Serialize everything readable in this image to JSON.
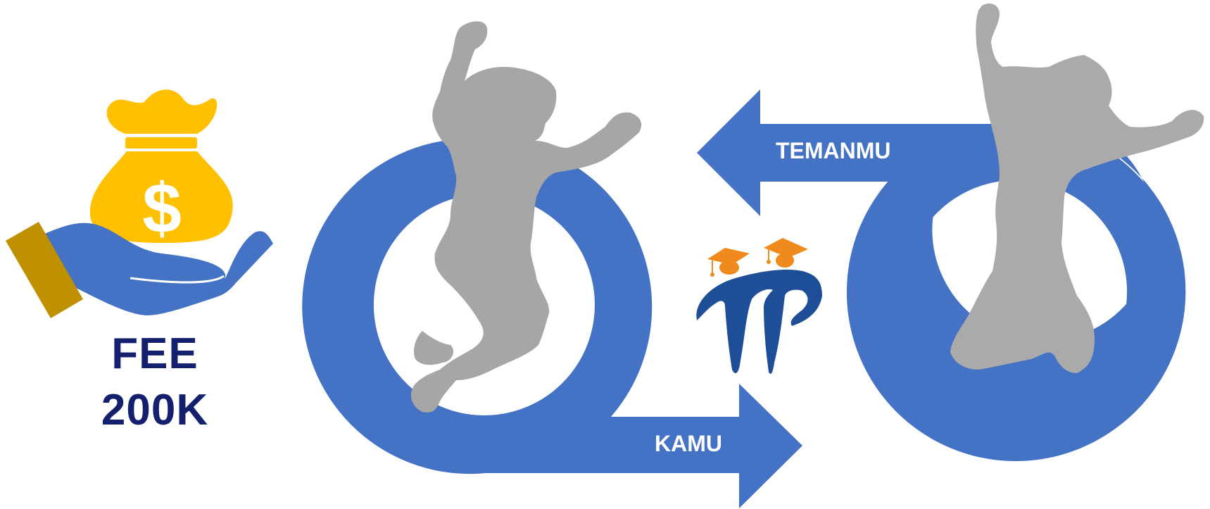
{
  "fee": {
    "line1": "FEE",
    "line2": "200K"
  },
  "arrows": {
    "top_label": "TEMANMU",
    "bottom_label": "KAMU"
  },
  "colors": {
    "arrow_blue": "#4472c4",
    "silhouette_gray": "#a6a6a6",
    "money_bag_yellow": "#ffc000",
    "cuff_gold": "#bf9000",
    "logo_blue": "#1f4e99",
    "cap_orange": "#f08a1c",
    "fee_text_navy": "#14206e"
  },
  "icons": [
    "money-bag-icon",
    "dollar-sign-icon",
    "giving-hand-icon",
    "pi-logo-icon",
    "graduation-cap-icon"
  ]
}
